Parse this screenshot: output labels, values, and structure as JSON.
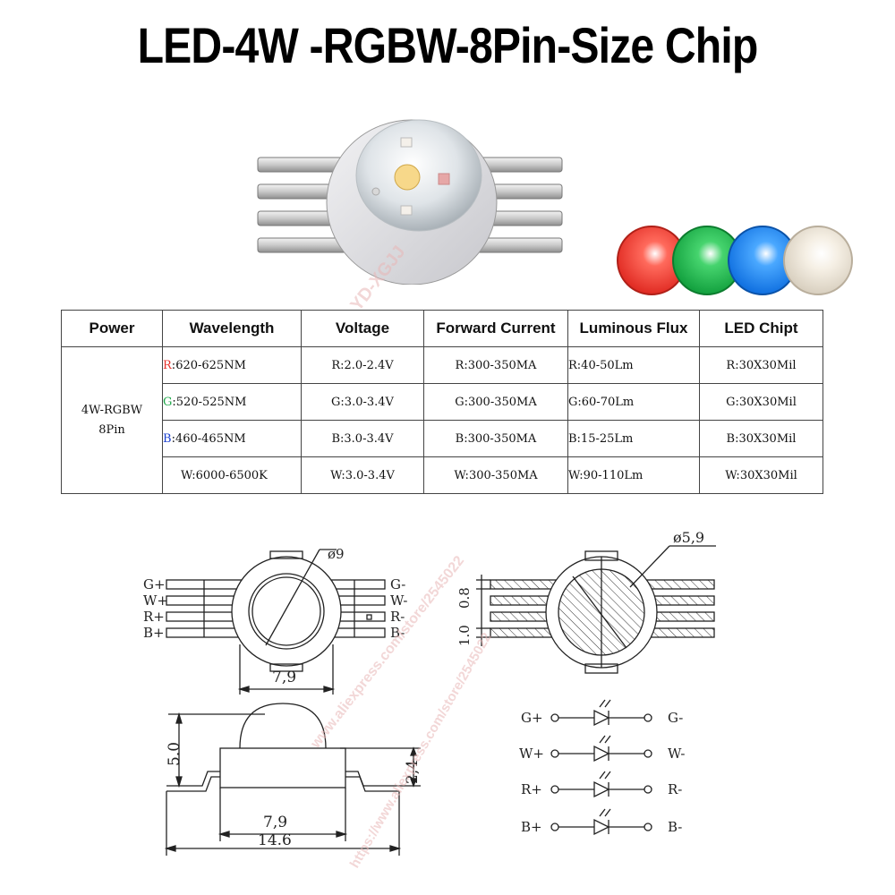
{
  "title": "LED-4W -RGBW-8Pin-Size Chip",
  "colors": {
    "red": "#e8322c",
    "green": "#1fa84a",
    "blue": "#1a3fd0",
    "white": "#efe9dc"
  },
  "watermark": {
    "brand": "YD-XGJJ",
    "url1": "www.aliexpress.com/store/2545022",
    "url2": "https://www.aliexpress.com/store/2545022"
  },
  "table": {
    "headers": [
      "Power",
      "Wavelength",
      "Voltage",
      "Forward Current",
      "Luminous Flux",
      "LED Chipt"
    ],
    "power_line1": "4W-RGBW",
    "power_line2": "8Pin",
    "rows": [
      {
        "ch": "R",
        "color": "#e8322c",
        "wavelength": "620-625NM",
        "voltage": "R:2.0-2.4V",
        "current": "R:300-350MA",
        "flux": "R:40-50Lm",
        "chip": "R:30X30Mil"
      },
      {
        "ch": "G",
        "color": "#1fa84a",
        "wavelength": "520-525NM",
        "voltage": "G:3.0-3.4V",
        "current": "G:300-350MA",
        "flux": "G:60-70Lm",
        "chip": "G:30X30Mil"
      },
      {
        "ch": "B",
        "color": "#1a3fd0",
        "wavelength": "460-465NM",
        "voltage": "B:3.0-3.4V",
        "current": "B:300-350MA",
        "flux": "B:15-25Lm",
        "chip": "B:30X30Mil"
      },
      {
        "ch": "W",
        "color": "#111111",
        "wavelength": "6000-6500K",
        "voltage": "W:3.0-3.4V",
        "current": "W:300-350MA",
        "flux": "W:90-110Lm",
        "chip": "W:30X30Mil"
      }
    ]
  },
  "drawing": {
    "top_dia": "ø9",
    "top_width": "7,9",
    "pins_left": [
      "G+",
      "W+",
      "R+",
      "B+"
    ],
    "pins_right": [
      "G-",
      "W-",
      "R-",
      "B-"
    ],
    "bottom_dia": "ø5,9",
    "pin_width": "0.8",
    "pin_pitch": "1.0",
    "side_height": "5.0",
    "side_body": "2,4",
    "side_width": "7,9",
    "side_total": "14.6",
    "schematic_left": [
      "G+",
      "W+",
      "R+",
      "B+"
    ],
    "schematic_right": [
      "G-",
      "W-",
      "R-",
      "B-"
    ]
  }
}
